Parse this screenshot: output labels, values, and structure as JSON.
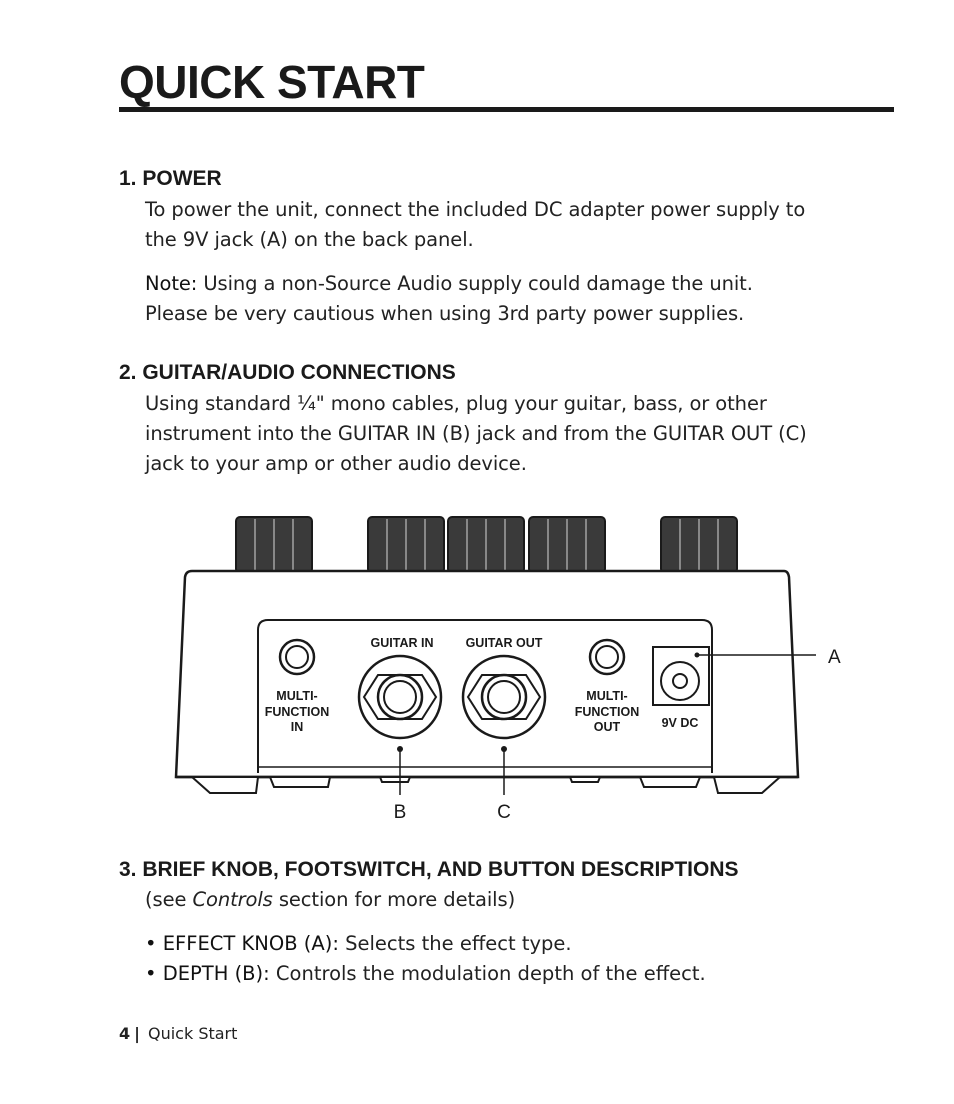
{
  "page": {
    "title": "QUICK START"
  },
  "sections": [
    {
      "heading": "1. POWER",
      "paragraph_lines": [
        "To power the unit, connect the included DC adapter power supply to",
        "the 9V jack (A) on the back panel."
      ],
      "note_label": "Note:",
      "note_lines": [
        " Using a non-Source Audio supply could damage the unit.",
        "Please be very cautious when using 3rd party power supplies."
      ]
    },
    {
      "heading": "2. GUITAR/AUDIO CONNECTIONS",
      "paragraph_lines": [
        "Using standard ¼\" mono cables, plug your guitar, bass, or other",
        "instrument into the GUITAR IN (B) jack and from the GUITAR OUT (C)",
        "jack to your amp or other audio device."
      ]
    },
    {
      "heading": "3. BRIEF KNOB, FOOTSWITCH, AND BUTTON DESCRIPTIONS",
      "subtitle_pre": "(see ",
      "subtitle_emph": "Controls",
      "subtitle_post": " section for more details)",
      "bullets": [
        {
          "label": "• EFFECT KNOB (A):",
          "text": " Selects the effect type."
        },
        {
          "label": "• DEPTH (B):",
          "text": " Controls the modulation depth of the effect."
        }
      ]
    }
  ],
  "diagram": {
    "labels": {
      "multi_in_1": "MULTI-",
      "multi_in_2": "FUNCTION",
      "multi_in_3": "IN",
      "guitar_in": "GUITAR IN",
      "guitar_out": "GUITAR OUT",
      "multi_out_1": "MULTI-",
      "multi_out_2": "FUNCTION",
      "multi_out_3": "OUT",
      "dc": "9V DC"
    },
    "callouts": {
      "a": "A",
      "b": "B",
      "c": "C"
    }
  },
  "footer": {
    "page_number": "4",
    "separator": "|",
    "section": "Quick Start"
  }
}
